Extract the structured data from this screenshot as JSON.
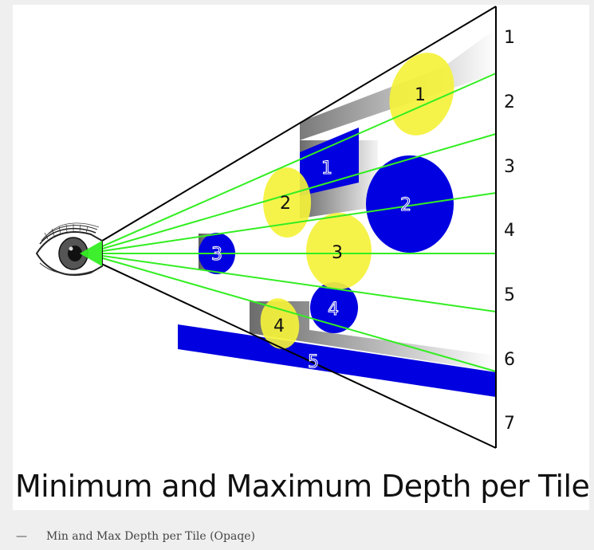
{
  "diagram": {
    "title": "Minimum and Maximum Depth per Tile",
    "tile_labels": [
      "1",
      "2",
      "3",
      "4",
      "5",
      "6",
      "7"
    ],
    "yellow_objects": [
      "1",
      "2",
      "3",
      "4"
    ],
    "blue_objects": [
      "1",
      "2",
      "3",
      "4",
      "5"
    ],
    "colors": {
      "tile_lines": "#33ee22",
      "yellow_objects": "#f4f23a",
      "blue_objects": "#0000e0",
      "frustum": "#000000"
    },
    "icons": {
      "viewer": "eye-icon"
    }
  },
  "caption": {
    "dash": "—",
    "text": "Min and Max Depth per Tile (Opaqe)"
  }
}
